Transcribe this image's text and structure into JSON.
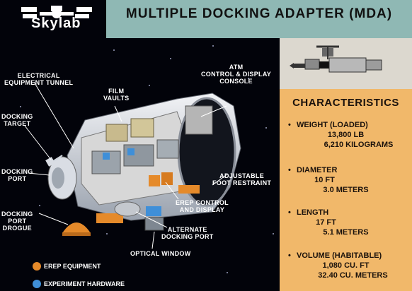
{
  "logo": {
    "text": "Skylab"
  },
  "title": "MULTIPLE DOCKING ADAPTER (MDA)",
  "characteristics": {
    "heading": "CHARACTERISTICS",
    "items": [
      {
        "label": "WEIGHT (LOADED)",
        "values": [
          "13,800 LB",
          "6,210 KILOGRAMS"
        ]
      },
      {
        "label": "DIAMETER",
        "values": [
          "10 FT",
          "3.0 METERS"
        ]
      },
      {
        "label": "LENGTH",
        "values": [
          "17 FT",
          "5.1 METERS"
        ]
      },
      {
        "label": "VOLUME (HABITABLE)",
        "values": [
          "1,080 CU. FT",
          "32.40 CU. METERS"
        ]
      }
    ]
  },
  "labels": {
    "electrical_tunnel": [
      "ELECTRICAL",
      "EQUIPMENT TUNNEL"
    ],
    "docking_target": [
      "DOCKING",
      "TARGET"
    ],
    "docking_port": [
      "DOCKING",
      "PORT"
    ],
    "docking_port_drogue": [
      "DOCKING",
      "PORT",
      "DROGUE"
    ],
    "film_vaults": [
      "FILM",
      "VAULTS"
    ],
    "atm_console": [
      "ATM",
      "CONTROL & DISPLAY",
      "CONSOLE"
    ],
    "adjustable_foot": [
      "ADJUSTABLE",
      "FOOT RESTRAINT"
    ],
    "erep_control": [
      "EREP CONTROL",
      "AND DISPLAY"
    ],
    "alternate_port": [
      "ALTERNATE",
      "DOCKING PORT"
    ],
    "optical_window": [
      "OPTICAL WINDOW"
    ]
  },
  "legend": {
    "erep": {
      "label": "EREP EQUIPMENT",
      "color": "#e58a2a"
    },
    "experiment": {
      "label": "EXPERIMENT HARDWARE",
      "color": "#3f8fd8"
    }
  },
  "colors": {
    "header": "#8fb8b4",
    "panel": "#f1b86a",
    "panel_top": "#dcd8cf"
  }
}
